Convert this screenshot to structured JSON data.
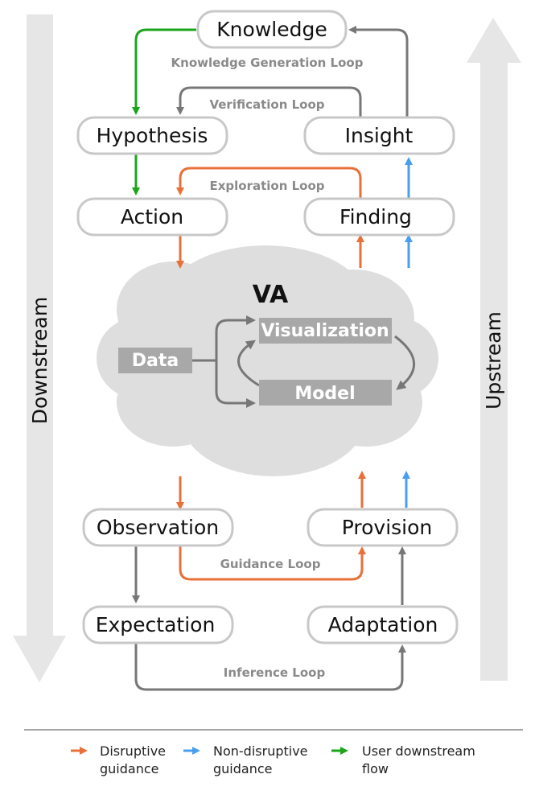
{
  "colors": {
    "disruptive": "#e8703a",
    "non_disruptive": "#4a9ef0",
    "user_downstream": "#1aa51a",
    "neutral": "#777777",
    "node_border": "#c8c8c8",
    "cloud": "#dedede",
    "box": "#a8a8a8",
    "side_arrow": "#e6e6e6"
  },
  "side": {
    "downstream": "Downstream",
    "upstream": "Upstream"
  },
  "nodes": {
    "knowledge": "Knowledge",
    "hypothesis": "Hypothesis",
    "insight": "Insight",
    "action": "Action",
    "finding": "Finding",
    "observation": "Observation",
    "provision": "Provision",
    "expectation": "Expectation",
    "adaptation": "Adaptation"
  },
  "loops": {
    "knowledge_generation": "Knowledge Generation Loop",
    "verification": "Verification Loop",
    "exploration": "Exploration Loop",
    "guidance": "Guidance Loop",
    "inference": "Inference Loop"
  },
  "va": {
    "title": "VA",
    "data": "Data",
    "visualization": "Visualization",
    "model": "Model"
  },
  "legend": [
    {
      "line1": "Disruptive",
      "line2": "guidance",
      "color_key": "disruptive"
    },
    {
      "line1": "Non-disruptive",
      "line2": "guidance",
      "color_key": "non_disruptive"
    },
    {
      "line1": "User downstream",
      "line2": "flow",
      "color_key": "user_downstream"
    }
  ]
}
